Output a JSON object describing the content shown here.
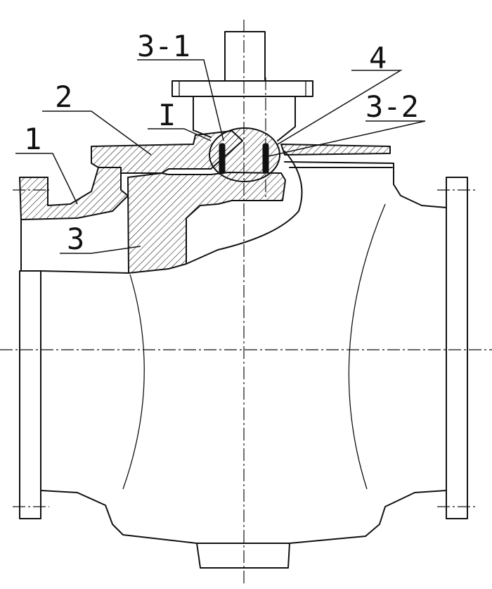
{
  "diagram": {
    "callouts": [
      {
        "id": "c31",
        "label": "3-1"
      },
      {
        "id": "c4",
        "label": "4"
      },
      {
        "id": "c32",
        "label": "3-2"
      },
      {
        "id": "c2",
        "label": "2"
      },
      {
        "id": "cI",
        "label": "I"
      },
      {
        "id": "c1",
        "label": "1"
      },
      {
        "id": "c3",
        "label": "3"
      }
    ],
    "line_color": "#111111",
    "background": "#ffffff"
  }
}
